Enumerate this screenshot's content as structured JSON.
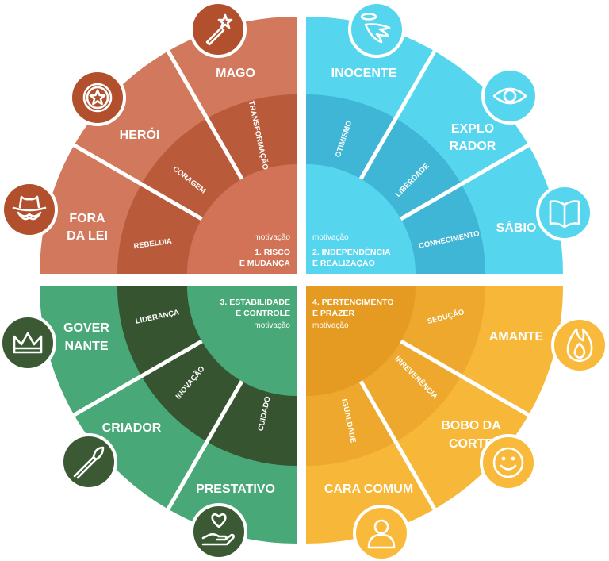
{
  "colors": {
    "red": [
      "#d2785c",
      "#c0603f",
      "#ab5030",
      "#d27256"
    ],
    "blue": [
      "#56d6ee",
      "#43bedc",
      "#3aa8c8",
      "#56d6ee"
    ],
    "green": [
      "#49a877",
      "#3b5a34",
      "#2f4a2b",
      "#49a877"
    ],
    "yellow": [
      "#f7b738",
      "#f7b738",
      "#db8c19",
      "#e59a21"
    ],
    "icon_red": "#b2502d",
    "icon_blue": "#56d6ee",
    "icon_green": "#3b5a34",
    "icon_yellow": "#f9b93b"
  },
  "quadrants": {
    "q1": {
      "motivacao": "motivação",
      "line1": "1. RISCO",
      "line2": "E MUDANÇA"
    },
    "q2": {
      "motivacao": "motivação",
      "line1": "2. INDEPENDÊNCIA",
      "line2": "E REALIZAÇÃO"
    },
    "q3": {
      "motivacao": "motivação",
      "line1": "3. ESTABILIDADE",
      "line2": "E CONTROLE"
    },
    "q4": {
      "motivacao": "motivação",
      "line1": "4. PERTENCIMENTO",
      "line2": "E PRAZER"
    }
  },
  "desires": {
    "rebeldia": "REBELDIA",
    "coragem": "CORAGEM",
    "transformacao": "TRANSFORMAÇÃO",
    "otimismo": "OTIMISMO",
    "liberdade": "LIBERDADE",
    "conhecimento": "CONHECIMENTO",
    "lideranca": "LIDERANÇA",
    "inovacao": "INOVAÇÃO",
    "cuidado": "CUIDADO",
    "seducao": "SEDUÇÃO",
    "irreverencia": "IRREVERÊNCIA",
    "igualdade": "IGUALDADE"
  },
  "archetypes": {
    "fora_da_lei": [
      "FORA",
      "DA LEI"
    ],
    "heroi": "HERÓI",
    "mago": "MAGO",
    "inocente": "INOCENTE",
    "explorador": [
      "EXPLO",
      "RADOR"
    ],
    "sabio": "SÁBIO",
    "governante": [
      "GOVER",
      "NANTE"
    ],
    "criador": "CRIADOR",
    "prestativo": "PRESTATIVO",
    "amante": "AMANTE",
    "bobo_da_corte": [
      "BOBO DA",
      "CORTE"
    ],
    "cara_comum": "CARA COMUM"
  },
  "icons": {
    "fora_da_lei": "cowboy-hat-mustache-icon",
    "heroi": "star-shield-icon",
    "mago": "magic-wand-icon",
    "inocente": "angel-wing-icon",
    "explorador": "eye-icon",
    "sabio": "open-book-icon",
    "governante": "crown-icon",
    "criador": "paintbrush-icon",
    "prestativo": "heart-hand-icon",
    "amante": "flame-icon",
    "bobo_da_corte": "smiley-icon",
    "cara_comum": "person-icon"
  }
}
